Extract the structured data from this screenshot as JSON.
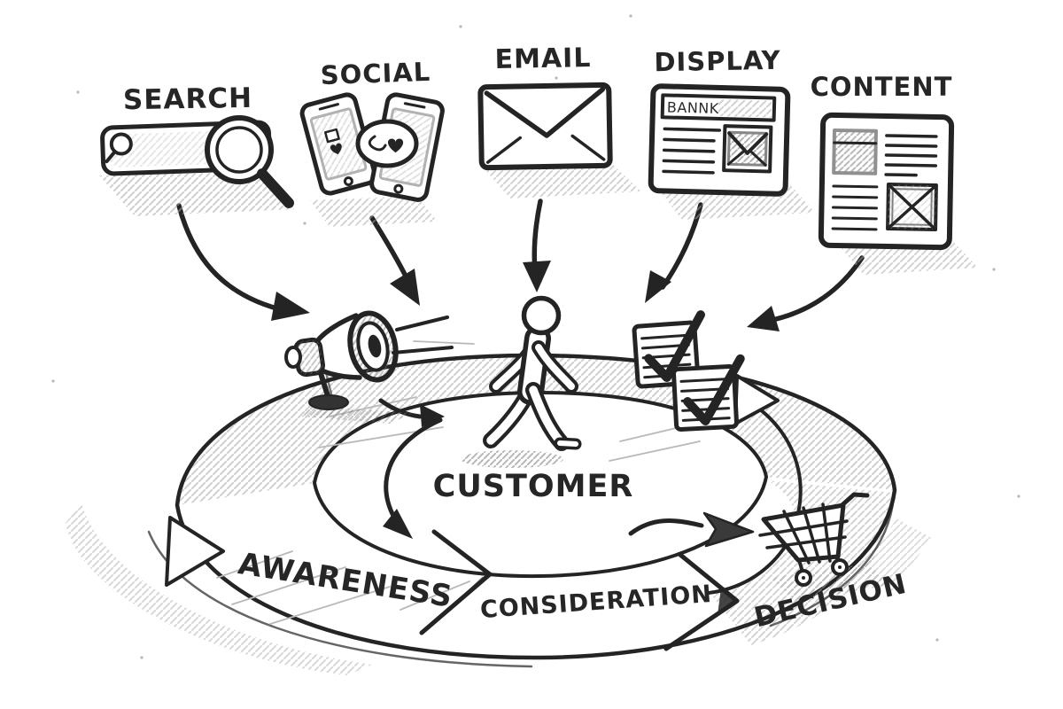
{
  "scene": {
    "description": "Hand-drawn sketch: marketing channels funnel a customer through journey stages",
    "colors": {
      "ink": "#242424",
      "paper": "#ffffff",
      "pencil": "#9a9a9a"
    },
    "channels": [
      {
        "label": "SEARCH",
        "icon": "search-bar-magnifier-icon"
      },
      {
        "label": "SOCIAL",
        "icon": "smartphones-heart-chat-icon"
      },
      {
        "label": "EMAIL",
        "icon": "envelope-icon"
      },
      {
        "label": "DISPLAY",
        "icon": "banner-ad-page-icon",
        "banner_text": "BANNK"
      },
      {
        "label": "CONTENT",
        "icon": "article-page-icon"
      }
    ],
    "center": {
      "label": "CUSTOMER",
      "icon": "walking-person-icon"
    },
    "journey": {
      "stages": [
        {
          "label": "AWARENESS",
          "icon": "megaphone-icon"
        },
        {
          "label": "CONSIDERATION",
          "icon": "checklist-icon"
        },
        {
          "label": "DECISION",
          "icon": "shopping-cart-icon"
        }
      ]
    }
  }
}
